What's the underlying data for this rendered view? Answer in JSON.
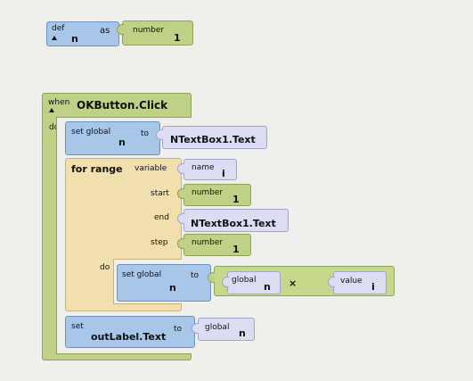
{
  "def_block": {
    "keyword": "def",
    "var_name": "n",
    "as": "as",
    "value_label": "number",
    "value": "1"
  },
  "event_block": {
    "when": "when",
    "event": "OKButton.Click",
    "do": "do"
  },
  "set_n": {
    "label": "set global",
    "var": "n",
    "to": "to",
    "value": "NTextBox1.Text"
  },
  "for_range": {
    "title": "for range",
    "variable_label": "variable",
    "name_label": "name",
    "name_value": "i",
    "start_label": "start",
    "start_num_label": "number",
    "start_value": "1",
    "end_label": "end",
    "end_value": "NTextBox1.Text",
    "step_label": "step",
    "step_num_label": "number",
    "step_value": "1",
    "do_label": "do"
  },
  "set_inner": {
    "label": "set global",
    "var": "n",
    "to": "to",
    "left_label": "global",
    "left_var": "n",
    "op": "×",
    "right_label": "value",
    "right_var": "i"
  },
  "set_out": {
    "set": "set",
    "target": "outLabel.Text",
    "to": "to",
    "src_label": "global",
    "src_var": "n"
  }
}
